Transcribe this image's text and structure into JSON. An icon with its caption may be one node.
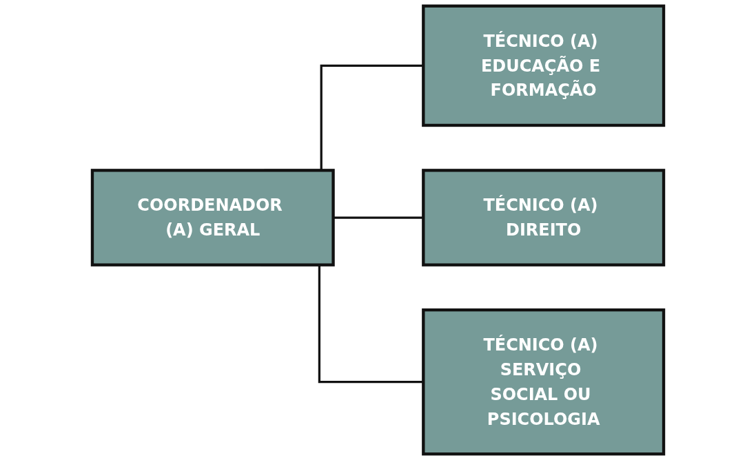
{
  "diagram": {
    "nodes": [
      {
        "text": [
          "COORDENADOR (A) GERAL"
        ]
      },
      {
        "text": [
          "TÉCNICO (A) EDUCAÇÃO E FORMAÇÃO"
        ]
      },
      {
        "text": [
          "TÉCNICO (A) DIREITO"
        ]
      },
      {
        "text": [
          "TÉCNICO (A) SERVIÇO SOCIAL OU PSICOLOGIA"
        ]
      }
    ],
    "edges": [
      {
        "from": 0,
        "to": 1,
        "arrow": "none"
      },
      {
        "from": 0,
        "to": 2,
        "arrow": "none"
      },
      {
        "from": 0,
        "to": 3,
        "arrow": "none"
      }
    ]
  }
}
